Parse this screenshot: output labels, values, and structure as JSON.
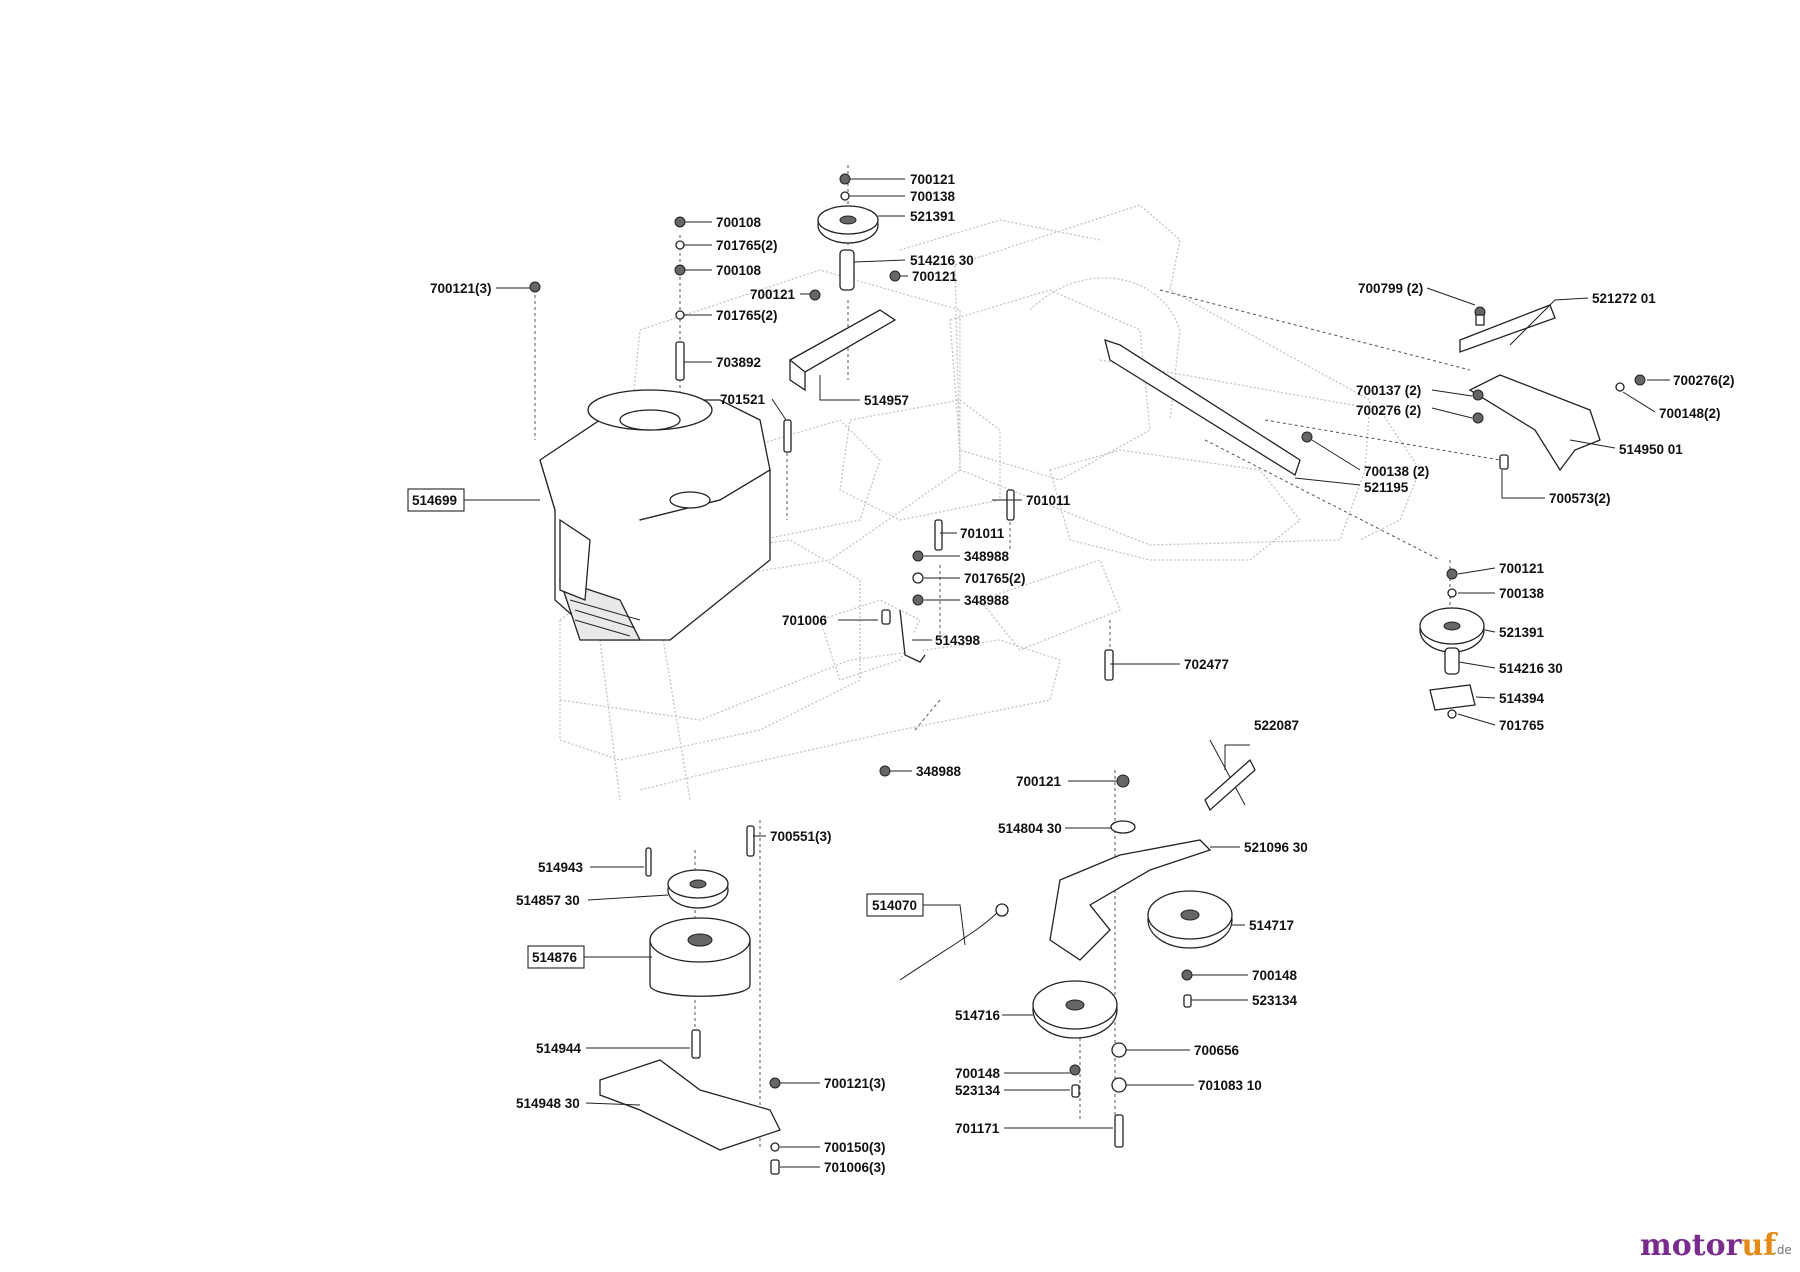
{
  "branding": {
    "logo_text": "motoruf",
    "logo_suffix": ".de",
    "logo_color_1": "#7a2c8c",
    "logo_color_2": "#e38a17"
  },
  "parts": [
    {
      "id": "p01",
      "label": "700121"
    },
    {
      "id": "p02",
      "label": "700138"
    },
    {
      "id": "p03",
      "label": "521391"
    },
    {
      "id": "p04",
      "label": "514216 30"
    },
    {
      "id": "p05",
      "label": "700121"
    },
    {
      "id": "p06",
      "label": "700121"
    },
    {
      "id": "p07",
      "label": "700108"
    },
    {
      "id": "p08",
      "label": "701765(2)"
    },
    {
      "id": "p09",
      "label": "700108"
    },
    {
      "id": "p10",
      "label": "701765(2)"
    },
    {
      "id": "p11",
      "label": "703892"
    },
    {
      "id": "p12",
      "label": "700121(3)"
    },
    {
      "id": "p13",
      "label": "514957"
    },
    {
      "id": "p14",
      "label": "701521"
    },
    {
      "id": "p15",
      "label": "514699"
    },
    {
      "id": "p16",
      "label": "700799 (2)"
    },
    {
      "id": "p17",
      "label": "521272 01"
    },
    {
      "id": "p18",
      "label": "700137 (2)"
    },
    {
      "id": "p19",
      "label": "700276 (2)"
    },
    {
      "id": "p20",
      "label": "700276(2)"
    },
    {
      "id": "p21",
      "label": "700148(2)"
    },
    {
      "id": "p22",
      "label": "514950 01"
    },
    {
      "id": "p23",
      "label": "700138 (2)"
    },
    {
      "id": "p24",
      "label": "521195"
    },
    {
      "id": "p25",
      "label": "700573(2)"
    },
    {
      "id": "p26",
      "label": "701011"
    },
    {
      "id": "p27",
      "label": "701011"
    },
    {
      "id": "p28",
      "label": "348988"
    },
    {
      "id": "p29",
      "label": "701765(2)"
    },
    {
      "id": "p30",
      "label": "348988"
    },
    {
      "id": "p31",
      "label": "701006"
    },
    {
      "id": "p32",
      "label": "514398"
    },
    {
      "id": "p33",
      "label": "702477"
    },
    {
      "id": "p34",
      "label": "700121"
    },
    {
      "id": "p35",
      "label": "700138"
    },
    {
      "id": "p36",
      "label": "521391"
    },
    {
      "id": "p37",
      "label": "514216 30"
    },
    {
      "id": "p38",
      "label": "514394"
    },
    {
      "id": "p39",
      "label": "701765"
    },
    {
      "id": "p40",
      "label": "522087"
    },
    {
      "id": "p41",
      "label": "348988"
    },
    {
      "id": "p42",
      "label": "700121"
    },
    {
      "id": "p43",
      "label": "514804 30"
    },
    {
      "id": "p44",
      "label": "521096 30"
    },
    {
      "id": "p45",
      "label": "700551(3)"
    },
    {
      "id": "p46",
      "label": "514943"
    },
    {
      "id": "p47",
      "label": "514857 30"
    },
    {
      "id": "p48",
      "label": "514070"
    },
    {
      "id": "p49",
      "label": "514717"
    },
    {
      "id": "p50",
      "label": "514876"
    },
    {
      "id": "p51",
      "label": "700148"
    },
    {
      "id": "p52",
      "label": "523134"
    },
    {
      "id": "p53",
      "label": "514716"
    },
    {
      "id": "p54",
      "label": "514944"
    },
    {
      "id": "p55",
      "label": "700656"
    },
    {
      "id": "p56",
      "label": "700148"
    },
    {
      "id": "p57",
      "label": "701083 10"
    },
    {
      "id": "p58",
      "label": "523134"
    },
    {
      "id": "p59",
      "label": "700121(3)"
    },
    {
      "id": "p60",
      "label": "514948 30"
    },
    {
      "id": "p61",
      "label": "701171"
    },
    {
      "id": "p62",
      "label": "700150(3)"
    },
    {
      "id": "p63",
      "label": "701006(3)"
    }
  ]
}
